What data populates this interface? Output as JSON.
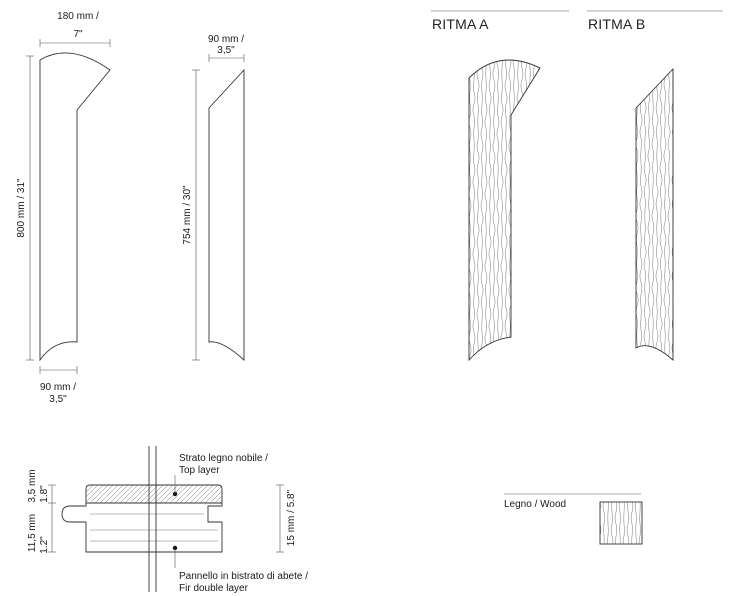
{
  "door_a_front": {
    "top_width": {
      "line1": "180 mm /",
      "line2": "7\""
    },
    "height": "800 mm / 31\"",
    "bottom_width": {
      "line1": "90 mm /",
      "line2": "3,5\""
    }
  },
  "door_b_front": {
    "top_width": {
      "line1": "90 mm /",
      "line2": "3,5\""
    },
    "height": "754 mm / 30\""
  },
  "variants": {
    "a": {
      "name": "RITMA A"
    },
    "b": {
      "name": "RITMA B"
    }
  },
  "section": {
    "top_layer": {
      "line1": "Strato legno nobile /",
      "line2": "Top layer"
    },
    "fir_layer": {
      "line1": "Pannello in bistrato di abete /",
      "line2": "Fir double layer"
    },
    "dim_top": {
      "value": "3,5 mm",
      "inch": "1.8\""
    },
    "dim_body": {
      "value": "11,5 mm",
      "inch": "1.2\""
    },
    "dim_total": "15 mm / 5.8\""
  },
  "legend": {
    "wood": "Legno / Wood"
  }
}
